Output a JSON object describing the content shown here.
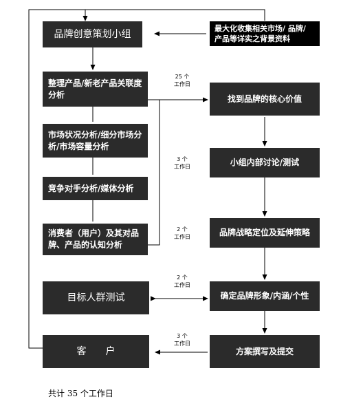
{
  "boxes": {
    "team": "品牌创意策划小组",
    "materials": "最大化收集相关市场/ 品牌/ 产品等详实之背景资料",
    "product": "整理产品/新老产品关联度分析",
    "market": "市场状况分析/细分市场分析/市场容量分析",
    "competitor": "竞争对手分析/媒体分析",
    "consumer": "消费者（用户）及其对品牌、产品的认知分析",
    "target_test": "目标人群测试",
    "client": "客　　户",
    "core_value": "找到品牌的核心价值",
    "discussion": "小组内部讨论/测试",
    "strategy": "品牌战略定位及延伸策略",
    "image": "确定品牌形象/内涵/个性",
    "proposal": "方案撰写及提交"
  },
  "durations": [
    {
      "days": "25 个",
      "unit": "工作日"
    },
    {
      "days": "3 个",
      "unit": "工作日"
    },
    {
      "days": "2 个",
      "unit": "工作日"
    },
    {
      "days": "2 个",
      "unit": "工作日"
    },
    {
      "days": "3 个",
      "unit": "工作日"
    }
  ],
  "total": "共计 35 个工作日"
}
